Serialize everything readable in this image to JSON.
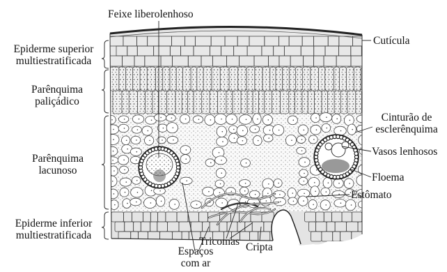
{
  "labels": {
    "feixe": "Feixe liberolenhoso",
    "cuticula": "Cutícula",
    "epi_sup": [
      "Epiderme superior",
      "multiestratificada"
    ],
    "paliçadico": [
      "Parênquima",
      "paliçádico"
    ],
    "cinturao": [
      "Cinturão de",
      "esclerênquima"
    ],
    "vasos": "Vasos lenhosos",
    "lacunoso": [
      "Parênquima",
      "lacunoso"
    ],
    "floema": "Floema",
    "estomato": "Estômato",
    "epi_inf": [
      "Epiderme inferior",
      "multiestratificada"
    ],
    "tricomas": "Tricomas",
    "cripta": "Cripta",
    "espacos": [
      "Espaços",
      "com ar"
    ]
  }
}
